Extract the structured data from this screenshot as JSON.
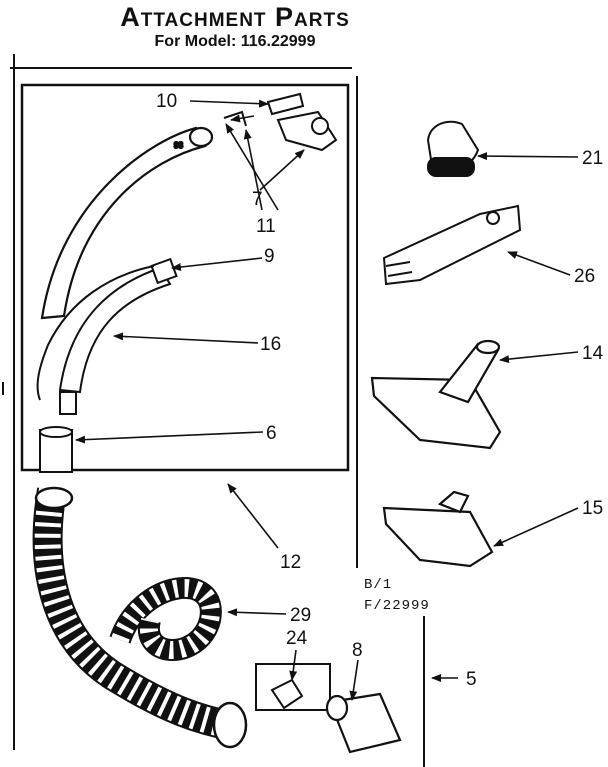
{
  "header": {
    "title": "Attachment Parts",
    "subtitle": "For Model: 116.22999"
  },
  "ref_codes": {
    "line1": "B/1",
    "line2": "F/22999"
  },
  "callouts": [
    {
      "id": "c10",
      "label": "10"
    },
    {
      "id": "c7",
      "label": "7"
    },
    {
      "id": "c11",
      "label": "11"
    },
    {
      "id": "c9",
      "label": "9"
    },
    {
      "id": "c16",
      "label": "16"
    },
    {
      "id": "c6",
      "label": "6"
    },
    {
      "id": "c12",
      "label": "12"
    },
    {
      "id": "c21",
      "label": "21"
    },
    {
      "id": "c26",
      "label": "26"
    },
    {
      "id": "c14",
      "label": "14"
    },
    {
      "id": "c15",
      "label": "15"
    },
    {
      "id": "c29",
      "label": "29"
    },
    {
      "id": "c24",
      "label": "24"
    },
    {
      "id": "c8",
      "label": "8"
    },
    {
      "id": "c5",
      "label": "5"
    }
  ]
}
